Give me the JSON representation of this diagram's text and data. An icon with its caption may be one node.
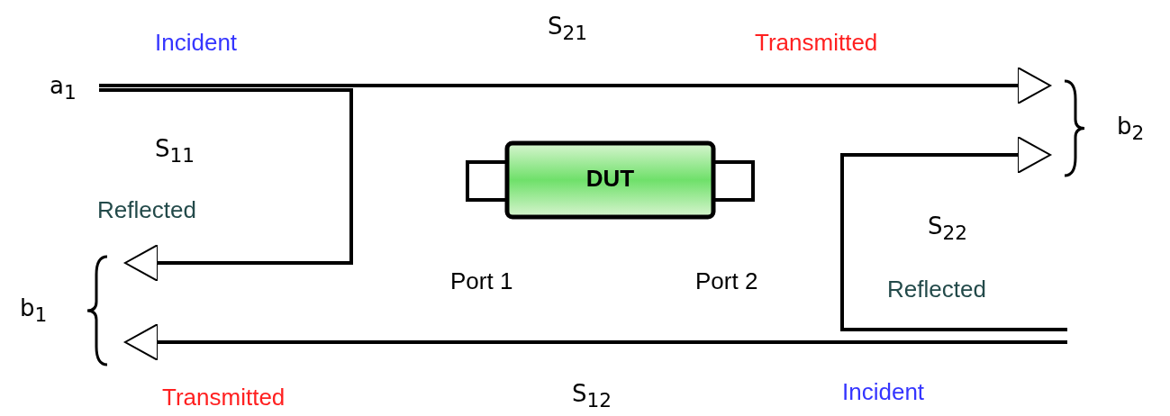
{
  "diagram": {
    "nodes": [
      {
        "text": [
          "a$_{1}$"
        ]
      },
      {
        "text": [
          "b$_{1}$"
        ]
      },
      {
        "text": [
          "b$_{2}$"
        ]
      },
      {
        "text": [
          "DUT"
        ]
      }
    ],
    "edges": [
      {
        "from": 0,
        "to": 2,
        "arrow": "to"
      },
      {
        "from": 0,
        "to": 1,
        "arrow": "to"
      },
      {
        "from": null,
        "to": 1,
        "arrow": "to"
      },
      {
        "from": null,
        "to": 2,
        "arrow": "to"
      }
    ],
    "labels": [
      "Incident",
      "S$_{21}$",
      "Transmitted",
      "S$_{11}$",
      "Reflected",
      "Port 1",
      "Port 2",
      "S$_{22}$",
      "Reflected",
      "Transmitted",
      "S$_{12}$",
      "Incident"
    ]
  }
}
